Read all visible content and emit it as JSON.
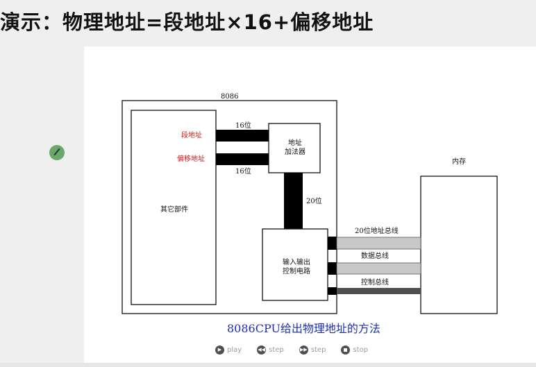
{
  "slide": {
    "title": "演示：物理地址=段地址×16+偏移地址"
  },
  "diagram": {
    "cpu_label": "8086",
    "segment_address": "段地址",
    "offset_address": "偏移地址",
    "bits_16_top": "16位",
    "bits_16_bottom": "16位",
    "adder_line1": "地址",
    "adder_line2": "加法器",
    "bits_20": "20位",
    "other_parts": "其它部件",
    "io_line1": "输入输出",
    "io_line2": "控制电路",
    "address_bus": "20位地址总线",
    "data_bus": "数据总线",
    "control_bus": "控制总线",
    "memory": "内存",
    "caption": "8086CPU给出物理地址的方法"
  },
  "controls": {
    "play": "play",
    "step_back": "step",
    "step_forward": "step",
    "stop": "stop"
  }
}
